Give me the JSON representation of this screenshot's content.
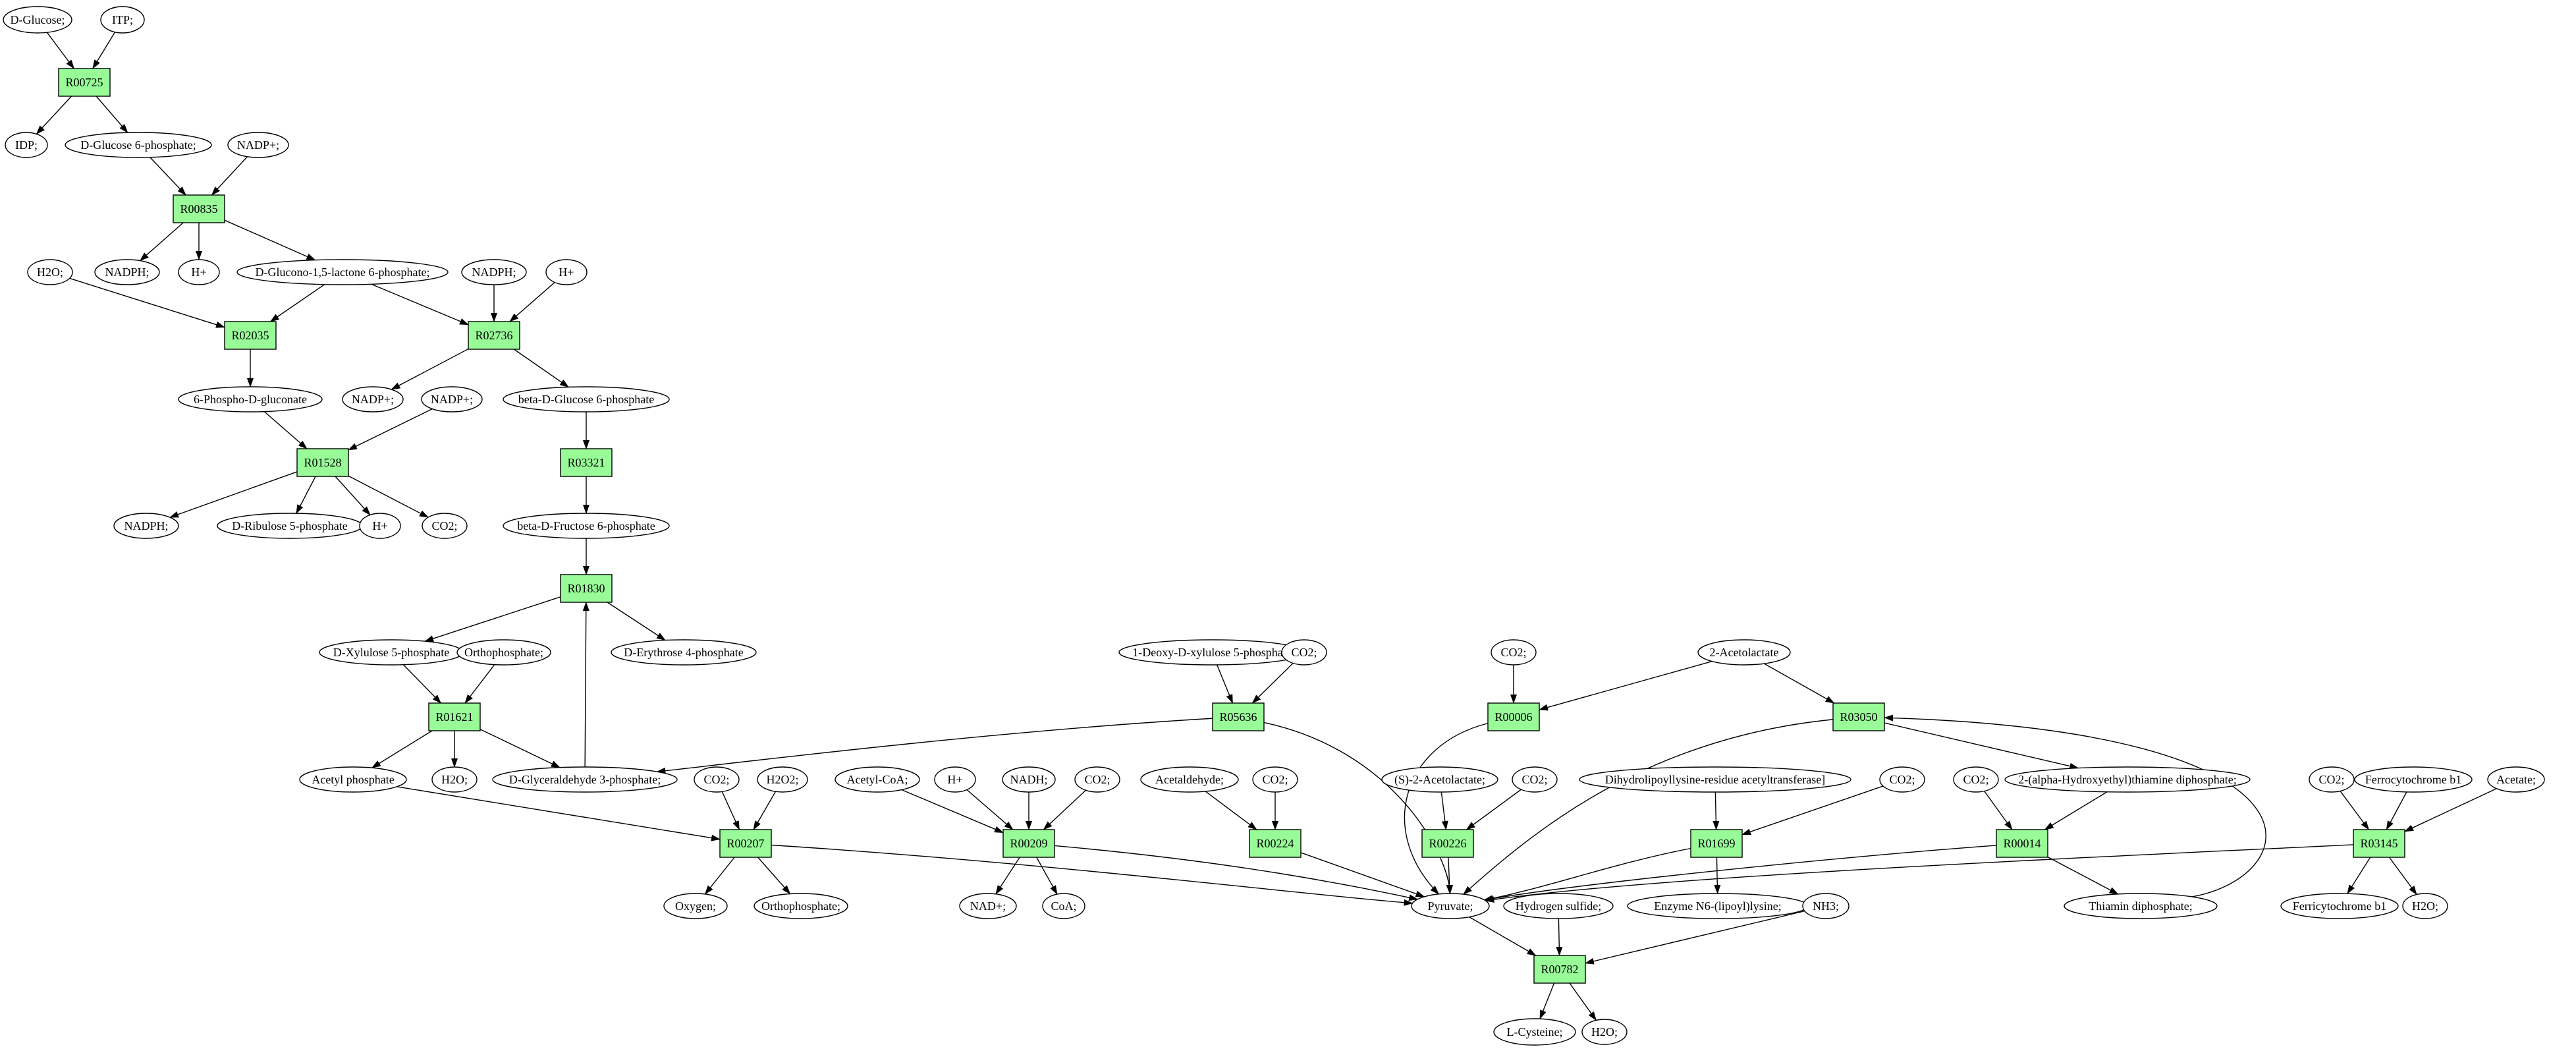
{
  "colors": {
    "reaction_fill": "#98fb98",
    "start_compound_fill": "#00ff00",
    "target_compound_fill": "#ffff00",
    "compound_fill": "#ffffff",
    "stroke": "#000000"
  },
  "nodes": [
    {
      "id": "D-Glucose",
      "label": "D-Glucose;",
      "kind": "start"
    },
    {
      "id": "ITP",
      "label": "ITP;",
      "kind": "compound"
    },
    {
      "id": "R00725",
      "label": "R00725",
      "kind": "reaction"
    },
    {
      "id": "IDP",
      "label": "IDP;",
      "kind": "compound"
    },
    {
      "id": "G6P",
      "label": "D-Glucose 6-phosphate;",
      "kind": "compound"
    },
    {
      "id": "NADPplus1",
      "label": "NADP+;",
      "kind": "compound"
    },
    {
      "id": "R00835",
      "label": "R00835",
      "kind": "reaction"
    },
    {
      "id": "H2O_1",
      "label": "H2O;",
      "kind": "compound"
    },
    {
      "id": "NADPH_1",
      "label": "NADPH;",
      "kind": "compound"
    },
    {
      "id": "Hplus_1",
      "label": "H+",
      "kind": "compound"
    },
    {
      "id": "GluconoLactone",
      "label": "D-Glucono-1,5-lactone 6-phosphate;",
      "kind": "compound"
    },
    {
      "id": "NADPH_2",
      "label": "NADPH;",
      "kind": "compound"
    },
    {
      "id": "Hplus_2",
      "label": "H+",
      "kind": "compound"
    },
    {
      "id": "R02035",
      "label": "R02035",
      "kind": "reaction"
    },
    {
      "id": "R02736",
      "label": "R02736",
      "kind": "reaction"
    },
    {
      "id": "PhosphoGluconate",
      "label": "6-Phospho-D-gluconate",
      "kind": "compound"
    },
    {
      "id": "NADPplus2",
      "label": "NADP+;",
      "kind": "compound"
    },
    {
      "id": "NADPplus3",
      "label": "NADP+;",
      "kind": "compound"
    },
    {
      "id": "BetaG6P",
      "label": "beta-D-Glucose 6-phosphate",
      "kind": "compound"
    },
    {
      "id": "R01528",
      "label": "R01528",
      "kind": "reaction"
    },
    {
      "id": "R03321",
      "label": "R03321",
      "kind": "reaction"
    },
    {
      "id": "NADPH_3",
      "label": "NADPH;",
      "kind": "compound"
    },
    {
      "id": "Ribulose5P",
      "label": "D-Ribulose 5-phosphate",
      "kind": "compound"
    },
    {
      "id": "Hplus_3",
      "label": "H+",
      "kind": "compound"
    },
    {
      "id": "CO2_1",
      "label": "CO2;",
      "kind": "compound"
    },
    {
      "id": "BetaF6P",
      "label": "beta-D-Fructose 6-phosphate",
      "kind": "compound"
    },
    {
      "id": "R01830",
      "label": "R01830",
      "kind": "reaction"
    },
    {
      "id": "Xylulose5P",
      "label": "D-Xylulose 5-phosphate",
      "kind": "compound"
    },
    {
      "id": "Orthophosphate_1",
      "label": "Orthophosphate;",
      "kind": "compound"
    },
    {
      "id": "Erythrose4P",
      "label": "D-Erythrose 4-phosphate",
      "kind": "compound"
    },
    {
      "id": "DeoxyXylulose",
      "label": "1-Deoxy-D-xylulose 5-phosphate",
      "kind": "compound"
    },
    {
      "id": "CO2_2",
      "label": "CO2;",
      "kind": "compound"
    },
    {
      "id": "CO2_3",
      "label": "CO2;",
      "kind": "compound"
    },
    {
      "id": "Acetolactate2",
      "label": "2-Acetolactate",
      "kind": "compound"
    },
    {
      "id": "R01621",
      "label": "R01621",
      "kind": "reaction"
    },
    {
      "id": "R05636",
      "label": "R05636",
      "kind": "reaction"
    },
    {
      "id": "R00006",
      "label": "R00006",
      "kind": "reaction"
    },
    {
      "id": "R03050",
      "label": "R03050",
      "kind": "reaction"
    },
    {
      "id": "AcetylPhosphate",
      "label": "Acetyl phosphate",
      "kind": "compound"
    },
    {
      "id": "H2O_2",
      "label": "H2O;",
      "kind": "compound"
    },
    {
      "id": "GA3P",
      "label": "D-Glyceraldehyde 3-phosphate;",
      "kind": "compound"
    },
    {
      "id": "CO2_4",
      "label": "CO2;",
      "kind": "compound"
    },
    {
      "id": "H2O2",
      "label": "H2O2;",
      "kind": "compound"
    },
    {
      "id": "AcetylCoA",
      "label": "Acetyl-CoA;",
      "kind": "compound"
    },
    {
      "id": "Hplus_4",
      "label": "H+",
      "kind": "compound"
    },
    {
      "id": "NADH",
      "label": "NADH;",
      "kind": "compound"
    },
    {
      "id": "CO2_5",
      "label": "CO2;",
      "kind": "compound"
    },
    {
      "id": "Acetaldehyde",
      "label": "Acetaldehyde;",
      "kind": "compound"
    },
    {
      "id": "CO2_6",
      "label": "CO2;",
      "kind": "compound"
    },
    {
      "id": "SAcetolactate",
      "label": "(S)-2-Acetolactate;",
      "kind": "compound"
    },
    {
      "id": "CO2_7",
      "label": "CO2;",
      "kind": "compound"
    },
    {
      "id": "Dihydrolipoyl",
      "label": "Dihydrolipoyllysine-residue acetyltransferase]",
      "kind": "compound"
    },
    {
      "id": "CO2_8",
      "label": "CO2;",
      "kind": "compound"
    },
    {
      "id": "CO2_9",
      "label": "CO2;",
      "kind": "compound"
    },
    {
      "id": "HydroxyethylThDP",
      "label": "2-(alpha-Hydroxyethyl)thiamine diphosphate;",
      "kind": "compound"
    },
    {
      "id": "CO2_10",
      "label": "CO2;",
      "kind": "compound"
    },
    {
      "id": "FerrocytochromeB1",
      "label": "Ferrocytochrome b1",
      "kind": "compound"
    },
    {
      "id": "Acetate",
      "label": "Acetate;",
      "kind": "compound"
    },
    {
      "id": "R00207",
      "label": "R00207",
      "kind": "reaction"
    },
    {
      "id": "R00209",
      "label": "R00209",
      "kind": "reaction"
    },
    {
      "id": "R00224",
      "label": "R00224",
      "kind": "reaction"
    },
    {
      "id": "R00226",
      "label": "R00226",
      "kind": "reaction"
    },
    {
      "id": "R01699",
      "label": "R01699",
      "kind": "reaction"
    },
    {
      "id": "R00014",
      "label": "R00014",
      "kind": "reaction"
    },
    {
      "id": "R03145",
      "label": "R03145",
      "kind": "reaction"
    },
    {
      "id": "Oxygen",
      "label": "Oxygen;",
      "kind": "compound"
    },
    {
      "id": "Orthophosphate_2",
      "label": "Orthophosphate;",
      "kind": "compound"
    },
    {
      "id": "NADplus",
      "label": "NAD+;",
      "kind": "compound"
    },
    {
      "id": "CoA",
      "label": "CoA;",
      "kind": "compound"
    },
    {
      "id": "Pyruvate",
      "label": "Pyruvate;",
      "kind": "compound"
    },
    {
      "id": "HydrogenSulfide",
      "label": "Hydrogen sulfide;",
      "kind": "compound"
    },
    {
      "id": "EnzymeLipoyl",
      "label": "Enzyme N6-(lipoyl)lysine;",
      "kind": "compound"
    },
    {
      "id": "NH3",
      "label": "NH3;",
      "kind": "compound"
    },
    {
      "id": "ThiaminDP",
      "label": "Thiamin diphosphate;",
      "kind": "compound"
    },
    {
      "id": "FerricytochromeB1",
      "label": "Ferricytochrome b1",
      "kind": "compound"
    },
    {
      "id": "H2O_3",
      "label": "H2O;",
      "kind": "compound"
    },
    {
      "id": "R00782",
      "label": "R00782",
      "kind": "reaction"
    },
    {
      "id": "LCysteine",
      "label": "L-Cysteine;",
      "kind": "target"
    },
    {
      "id": "H2O_4",
      "label": "H2O;",
      "kind": "compound"
    }
  ],
  "edges": [
    [
      "D-Glucose",
      "R00725"
    ],
    [
      "ITP",
      "R00725"
    ],
    [
      "R00725",
      "IDP"
    ],
    [
      "R00725",
      "G6P"
    ],
    [
      "G6P",
      "R00835"
    ],
    [
      "NADPplus1",
      "R00835"
    ],
    [
      "R00835",
      "NADPH_1"
    ],
    [
      "R00835",
      "Hplus_1"
    ],
    [
      "R00835",
      "GluconoLactone"
    ],
    [
      "H2O_1",
      "R02035"
    ],
    [
      "GluconoLactone",
      "R02035"
    ],
    [
      "GluconoLactone",
      "R02736"
    ],
    [
      "NADPH_2",
      "R02736"
    ],
    [
      "Hplus_2",
      "R02736"
    ],
    [
      "R02035",
      "PhosphoGluconate"
    ],
    [
      "R02736",
      "NADPplus3"
    ],
    [
      "R02736",
      "BetaG6P"
    ],
    [
      "PhosphoGluconate",
      "R01528"
    ],
    [
      "NADPplus2",
      "R01528"
    ],
    [
      "R01528",
      "NADPH_3"
    ],
    [
      "R01528",
      "Ribulose5P"
    ],
    [
      "R01528",
      "Hplus_3"
    ],
    [
      "R01528",
      "CO2_1"
    ],
    [
      "BetaG6P",
      "R03321"
    ],
    [
      "R03321",
      "BetaF6P"
    ],
    [
      "BetaF6P",
      "R01830"
    ],
    [
      "R01830",
      "Xylulose5P"
    ],
    [
      "R01830",
      "Erythrose4P"
    ],
    [
      "GA3P",
      "R01830"
    ],
    [
      "Xylulose5P",
      "R01621"
    ],
    [
      "Orthophosphate_1",
      "R01621"
    ],
    [
      "R01621",
      "AcetylPhosphate"
    ],
    [
      "R01621",
      "H2O_2"
    ],
    [
      "R01621",
      "GA3P"
    ],
    [
      "DeoxyXylulose",
      "R05636"
    ],
    [
      "CO2_2",
      "R05636"
    ],
    [
      "R05636",
      "GA3P"
    ],
    [
      "R05636",
      "Pyruvate"
    ],
    [
      "CO2_3",
      "R00006"
    ],
    [
      "Acetolactate2",
      "R00006"
    ],
    [
      "Acetolactate2",
      "R03050"
    ],
    [
      "R00006",
      "Pyruvate"
    ],
    [
      "R03050",
      "Pyruvate"
    ],
    [
      "R03050",
      "HydroxyethylThDP"
    ],
    [
      "AcetylPhosphate",
      "R00207"
    ],
    [
      "CO2_4",
      "R00207"
    ],
    [
      "H2O2",
      "R00207"
    ],
    [
      "R00207",
      "Oxygen"
    ],
    [
      "R00207",
      "Orthophosphate_2"
    ],
    [
      "R00207",
      "Pyruvate"
    ],
    [
      "AcetylCoA",
      "R00209"
    ],
    [
      "Hplus_4",
      "R00209"
    ],
    [
      "NADH",
      "R00209"
    ],
    [
      "CO2_5",
      "R00209"
    ],
    [
      "R00209",
      "NADplus"
    ],
    [
      "R00209",
      "CoA"
    ],
    [
      "R00209",
      "Pyruvate"
    ],
    [
      "Acetaldehyde",
      "R00224"
    ],
    [
      "CO2_6",
      "R00224"
    ],
    [
      "R00224",
      "Pyruvate"
    ],
    [
      "SAcetolactate",
      "R00226"
    ],
    [
      "CO2_7",
      "R00226"
    ],
    [
      "R00226",
      "Pyruvate"
    ],
    [
      "Dihydrolipoyl",
      "R01699"
    ],
    [
      "CO2_8",
      "R01699"
    ],
    [
      "R01699",
      "Pyruvate"
    ],
    [
      "R01699",
      "EnzymeLipoyl"
    ],
    [
      "CO2_9",
      "R00014"
    ],
    [
      "HydroxyethylThDP",
      "R00014"
    ],
    [
      "R00014",
      "Pyruvate"
    ],
    [
      "R00014",
      "ThiaminDP"
    ],
    [
      "ThiaminDP",
      "R03050"
    ],
    [
      "CO2_10",
      "R03145"
    ],
    [
      "FerrocytochromeB1",
      "R03145"
    ],
    [
      "Acetate",
      "R03145"
    ],
    [
      "R03145",
      "Pyruvate"
    ],
    [
      "R03145",
      "FerricytochromeB1"
    ],
    [
      "R03145",
      "H2O_3"
    ],
    [
      "Pyruvate",
      "R00782"
    ],
    [
      "HydrogenSulfide",
      "R00782"
    ],
    [
      "NH3",
      "R00782"
    ],
    [
      "R00782",
      "LCysteine"
    ],
    [
      "R00782",
      "H2O_4"
    ]
  ]
}
